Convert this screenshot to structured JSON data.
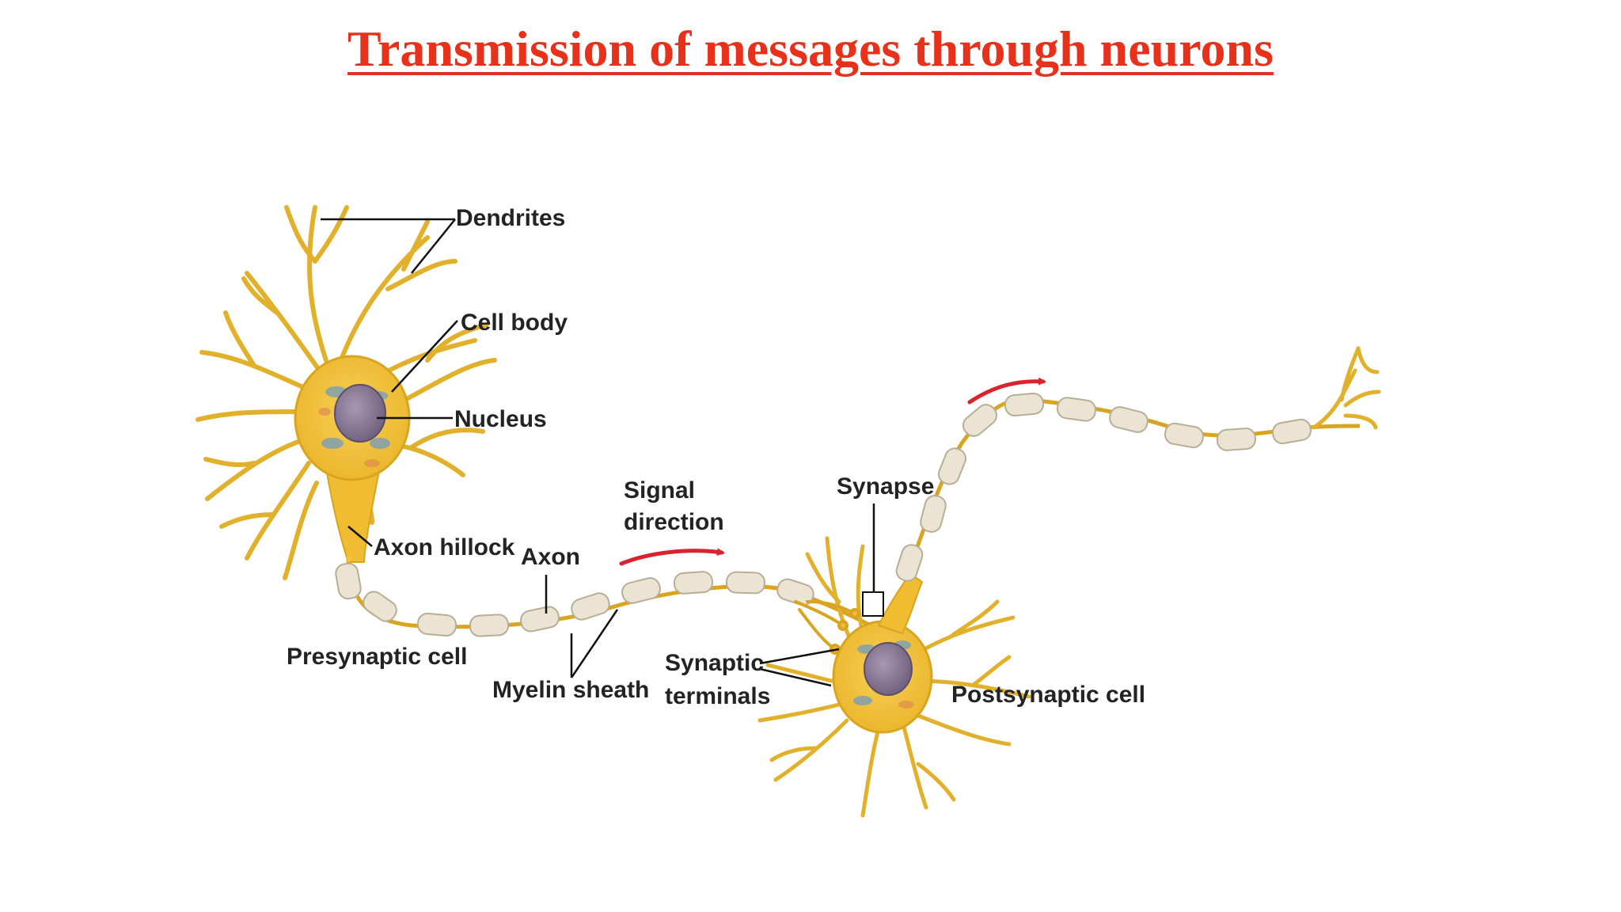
{
  "title": "Transmission of messages through neurons",
  "labels": {
    "dendrites": "Dendrites",
    "cell_body": "Cell body",
    "nucleus": "Nucleus",
    "axon_hillock": "Axon hillock",
    "axon": "Axon",
    "signal_direction_line1": "Signal",
    "signal_direction_line2": "direction",
    "synapse": "Synapse",
    "presynaptic_cell": "Presynaptic cell",
    "myelin_sheath": "Myelin sheath",
    "synaptic_terminals_line1": "Synaptic",
    "synaptic_terminals_line2": "terminals",
    "postsynaptic_cell": "Postsynaptic cell"
  },
  "colors": {
    "title": "#e8311b",
    "neuron_fill": "#f2c237",
    "neuron_stroke": "#d79e1a",
    "myelin": "#ece4d2",
    "myelin_stroke": "#b8ae98",
    "nucleus": "#8a7a95",
    "arrow": "#d9232d",
    "leader_line": "#111111"
  }
}
